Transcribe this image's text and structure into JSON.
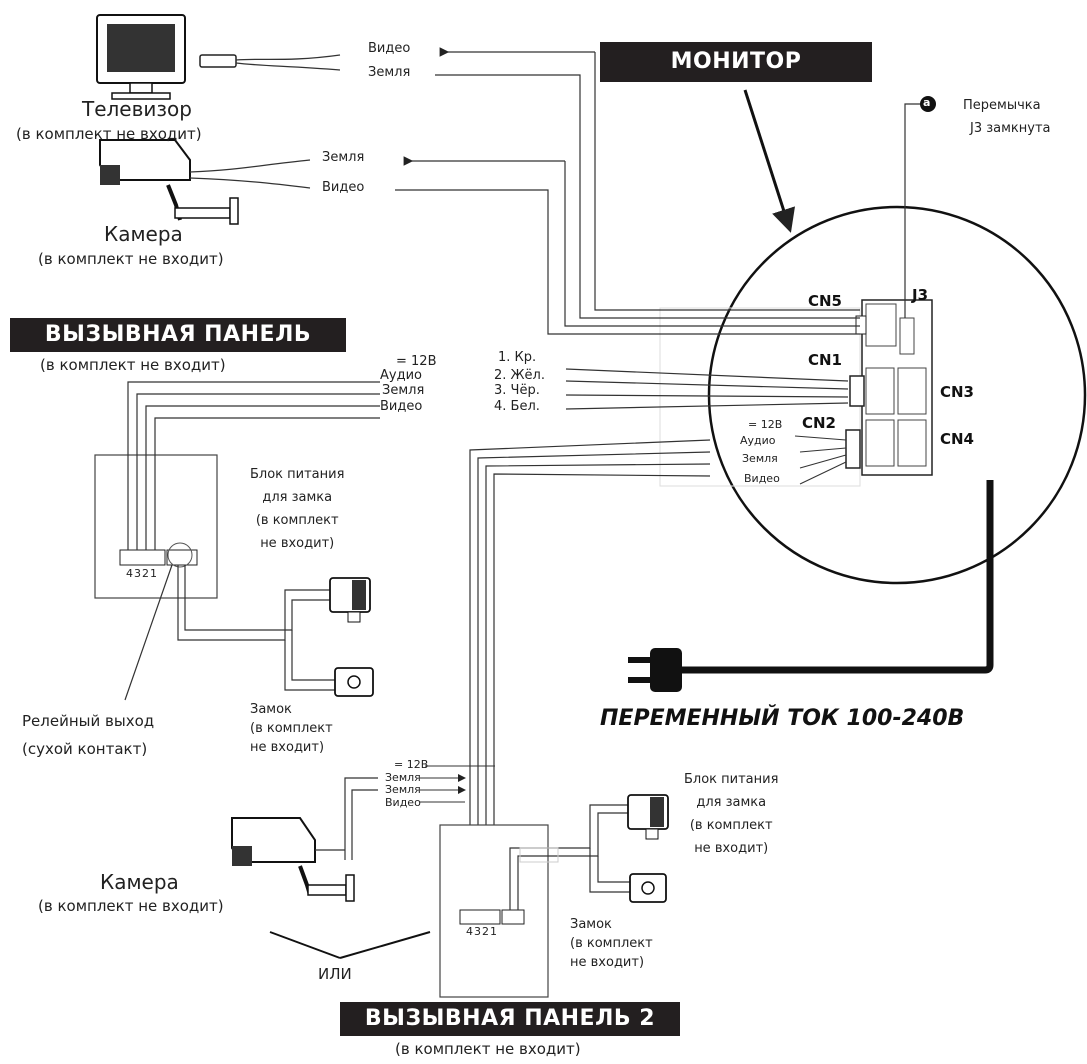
{
  "monitor": {
    "title": "МОНИТОР"
  },
  "jumper": {
    "badge": "a",
    "line1": "Перемычка",
    "line2": "J3 замкнута"
  },
  "connectors": {
    "cn5": "CN5",
    "cn1": "CN1",
    "cn2": "CN2",
    "cn3": "CN3",
    "cn4": "CN4",
    "j3": "J3"
  },
  "tv": {
    "name": "Телевизор",
    "note": "(в комплект не входит)",
    "wire_video": "Видео",
    "wire_ground": "Земля"
  },
  "camera1": {
    "name": "Камера",
    "note": "(в комплект не входит)",
    "wire_ground": "Земля",
    "wire_video": "Видео"
  },
  "panel1": {
    "title": "ВЫЗЫВНАЯ ПАНЕЛЬ",
    "note": "(в комплект не входит)",
    "wires": [
      {
        "signal": "= 12В",
        "color": "1. Кр."
      },
      {
        "signal": "Аудио",
        "color": "2. Жёл."
      },
      {
        "signal": "Земля",
        "color": "3. Чёр."
      },
      {
        "signal": "Видео",
        "color": "4. Бел."
      }
    ],
    "terminal_numbers": "4321"
  },
  "cn2_wires": [
    "= 12В",
    "Аудио",
    "Земля",
    "Видео"
  ],
  "psu1": {
    "lines": [
      "Блок питания",
      "для замка",
      "(в комплект",
      "не входит)"
    ]
  },
  "lock1": {
    "lines": [
      "Замок",
      "(в комплект",
      "не входит)"
    ]
  },
  "relay": {
    "line1": "Релейный выход",
    "line2": "(сухой контакт)"
  },
  "ac": {
    "label": "ПЕРЕМЕННЫЙ ТОК 100-240В"
  },
  "panel2_wires": [
    "= 12В",
    "Земля",
    "Земля",
    "Видео"
  ],
  "psu2": {
    "lines": [
      "Блок питания",
      "для замка",
      "(в комплект",
      "не входит)"
    ]
  },
  "lock2": {
    "lines": [
      "Замок",
      "(в комплект",
      "не входит)"
    ]
  },
  "camera2": {
    "name": "Камера",
    "note": "(в комплект не входит)"
  },
  "or_label": "ИЛИ",
  "panel2": {
    "title": "ВЫЗЫВНАЯ ПАНЕЛЬ 2",
    "note": "(в комплект не входит)",
    "terminal_numbers": "4321"
  }
}
